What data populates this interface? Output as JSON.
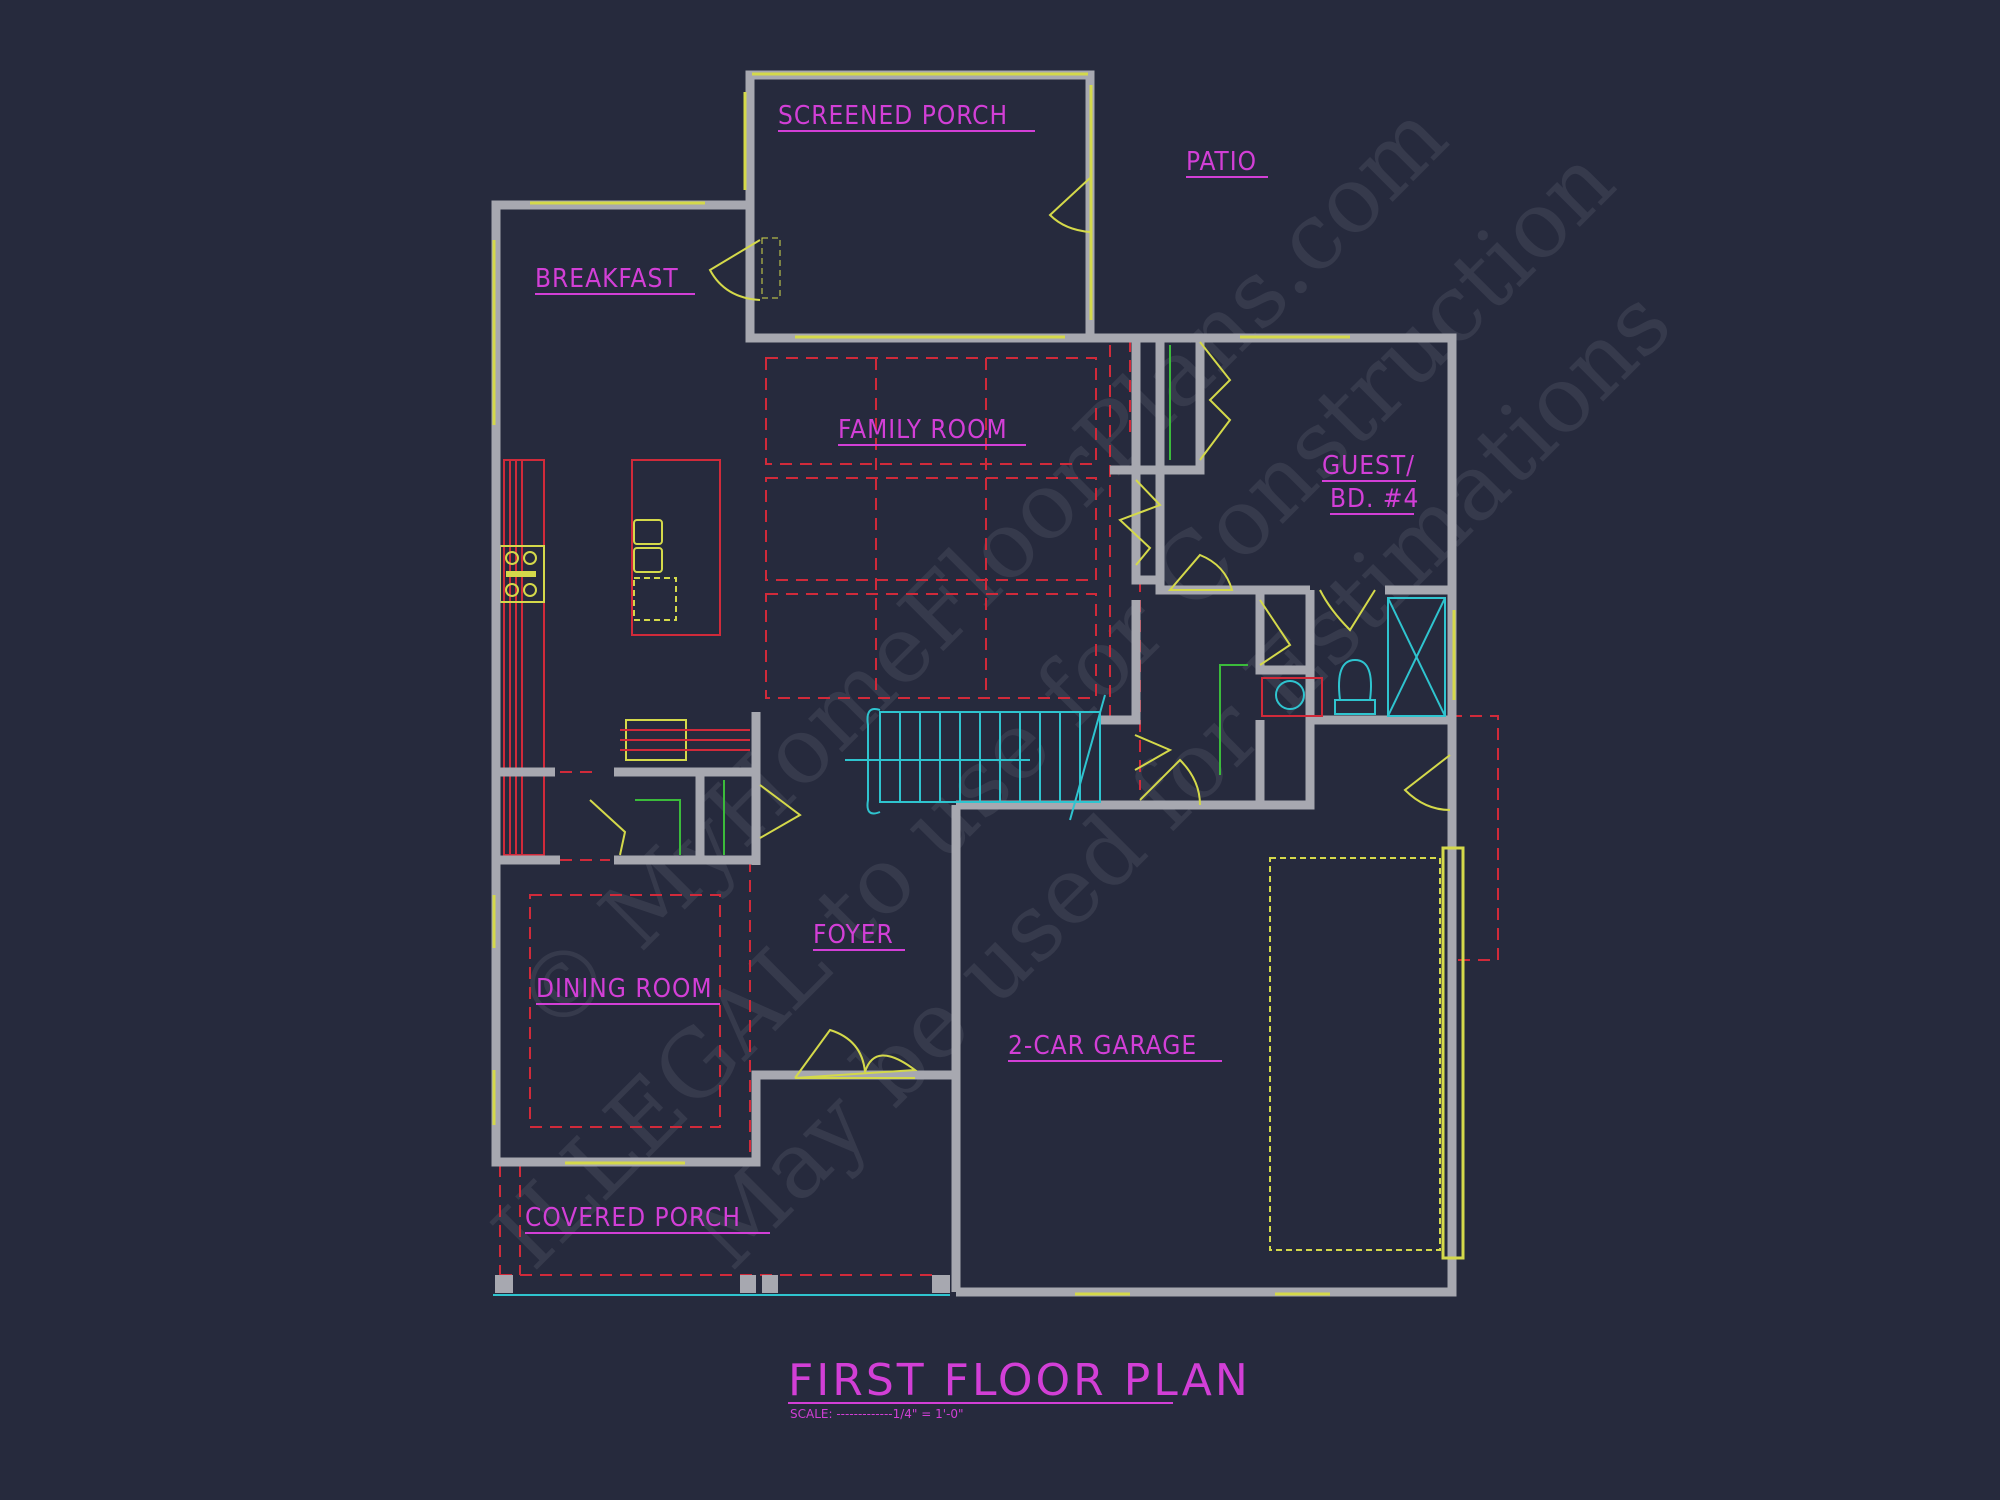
{
  "title": "FIRST FLOOR PLAN",
  "scale": "SCALE: -------------1/4\" = 1'-0\"",
  "rooms": {
    "screened_porch": "SCREENED PORCH",
    "patio": "PATIO",
    "breakfast": "BREAKFAST",
    "family_room": "FAMILY ROOM",
    "guest_line1": "GUEST/",
    "guest_line2": "BD. #4",
    "foyer": "FOYER",
    "dining_room": "DINING ROOM",
    "garage": "2-CAR GARAGE",
    "covered_porch": "COVERED PORCH"
  },
  "watermark": {
    "line1": "© MyHomeFloorPlans.com",
    "line2": "ILLEGAL to use for Construction",
    "line3": "May be used for Estimations"
  },
  "colors": {
    "background": "#262a3d",
    "labels": "#d23fd6",
    "walls": "#a7a8b0",
    "windows_doors": "#d4d94a",
    "dashed_lines": "#d02a3a",
    "stairs_fixtures": "#2fc4cf"
  }
}
